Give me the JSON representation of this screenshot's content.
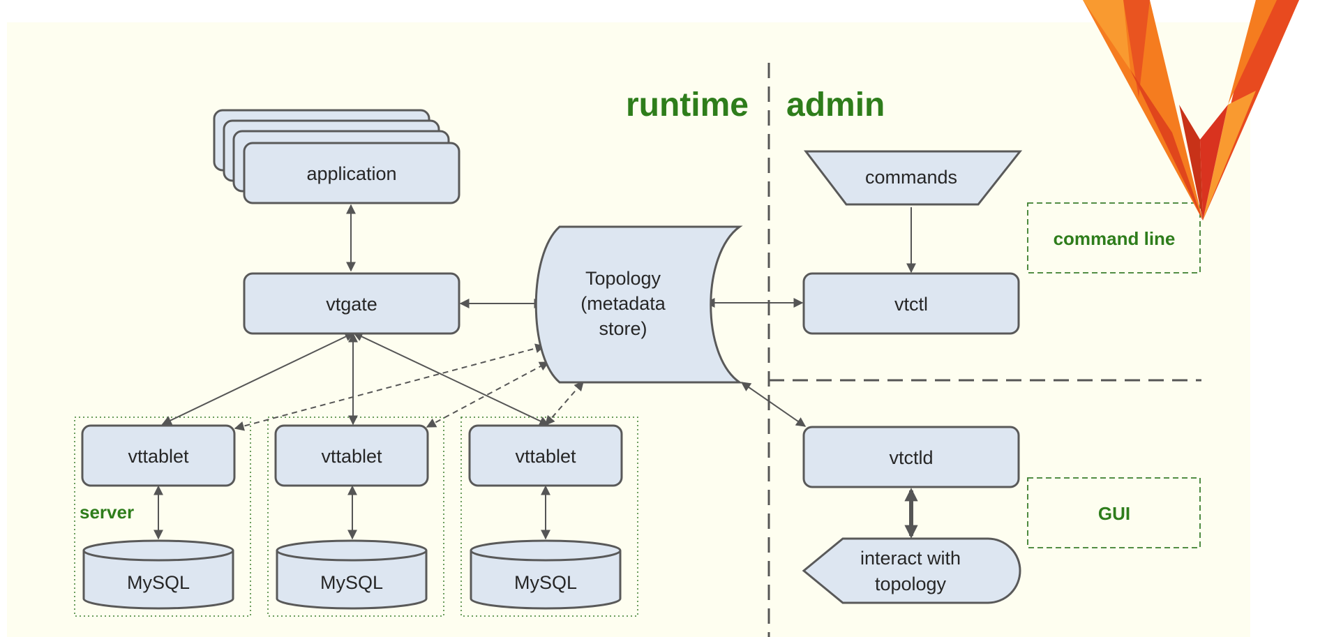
{
  "colors": {
    "background": "#fefef0",
    "node_fill": "#dde6f1",
    "node_stroke": "#595959",
    "accent_green": "#2e7d1b",
    "edge": "#555555",
    "logo_orange": "#f57c1f",
    "logo_red": "#d9331f"
  },
  "labels": {
    "runtime": "runtime",
    "admin": "admin",
    "application": "application",
    "vtgate": "vtgate",
    "topology_lines": [
      "Topology",
      "(metadata",
      "store)"
    ],
    "commands": "commands",
    "vtctl": "vtctl",
    "vtctld": "vtctld",
    "interact_lines": [
      "interact with",
      "topology"
    ],
    "vttablet": "vttablet",
    "mysql": "MySQL",
    "server": "server",
    "command_line": "command line",
    "gui": "GUI"
  },
  "logo": {
    "name": "vitess-logo-icon"
  }
}
